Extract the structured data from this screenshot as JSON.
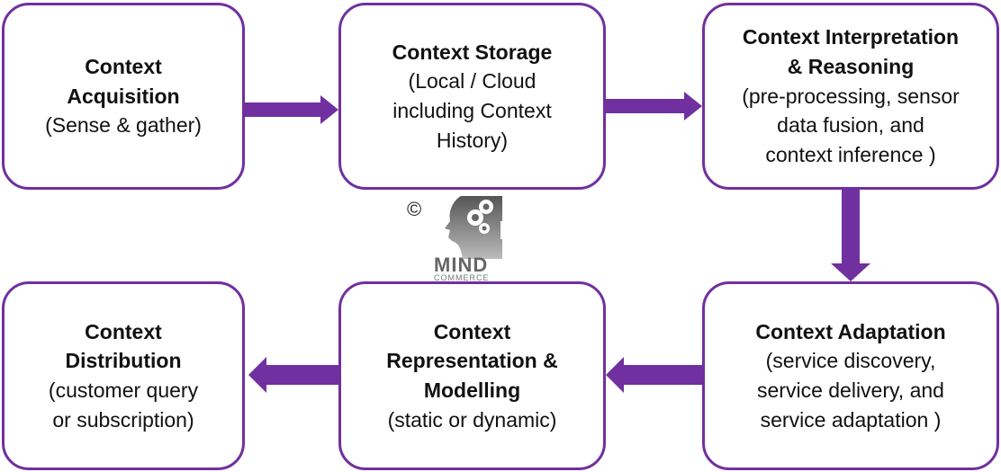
{
  "diagram": {
    "accent_color": "#7030a0",
    "boxes": [
      {
        "title": "Context Acquisition",
        "title_lines": [
          "Context",
          "Acquisition"
        ],
        "sub_lines": [
          "(Sense & gather)"
        ]
      },
      {
        "title": "Context Storage",
        "title_lines": [
          "Context Storage"
        ],
        "sub_lines": [
          "(Local / Cloud",
          "including Context",
          "History)"
        ]
      },
      {
        "title": "Context Interpretation & Reasoning",
        "title_lines": [
          "Context Interpretation",
          "& Reasoning"
        ],
        "sub_lines": [
          "(pre-processing, sensor",
          "data fusion, and",
          "context inference )"
        ]
      },
      {
        "title": "Context Adaptation",
        "title_lines": [
          "Context Adaptation"
        ],
        "sub_lines": [
          "(service discovery,",
          "service delivery, and",
          "service adaptation )"
        ]
      },
      {
        "title": "Context Representation & Modelling",
        "title_lines": [
          "Context",
          "Representation &",
          "Modelling"
        ],
        "sub_lines": [
          "(static or dynamic)"
        ]
      },
      {
        "title": "Context Distribution",
        "title_lines": [
          "Context",
          "Distribution"
        ],
        "sub_lines": [
          "(customer query",
          "or subscription)"
        ]
      }
    ],
    "edges": [
      {
        "from": "Context Acquisition",
        "to": "Context Storage",
        "direction": "right"
      },
      {
        "from": "Context Storage",
        "to": "Context Interpretation & Reasoning",
        "direction": "right"
      },
      {
        "from": "Context Interpretation & Reasoning",
        "to": "Context Adaptation",
        "direction": "down"
      },
      {
        "from": "Context Adaptation",
        "to": "Context Representation & Modelling",
        "direction": "left"
      },
      {
        "from": "Context Representation & Modelling",
        "to": "Context Distribution",
        "direction": "left"
      }
    ],
    "watermark": {
      "copyright_symbol": "©",
      "brand_top": "MIND",
      "brand_bottom": "COMMERCE",
      "icon": "head-with-gears-icon"
    }
  }
}
